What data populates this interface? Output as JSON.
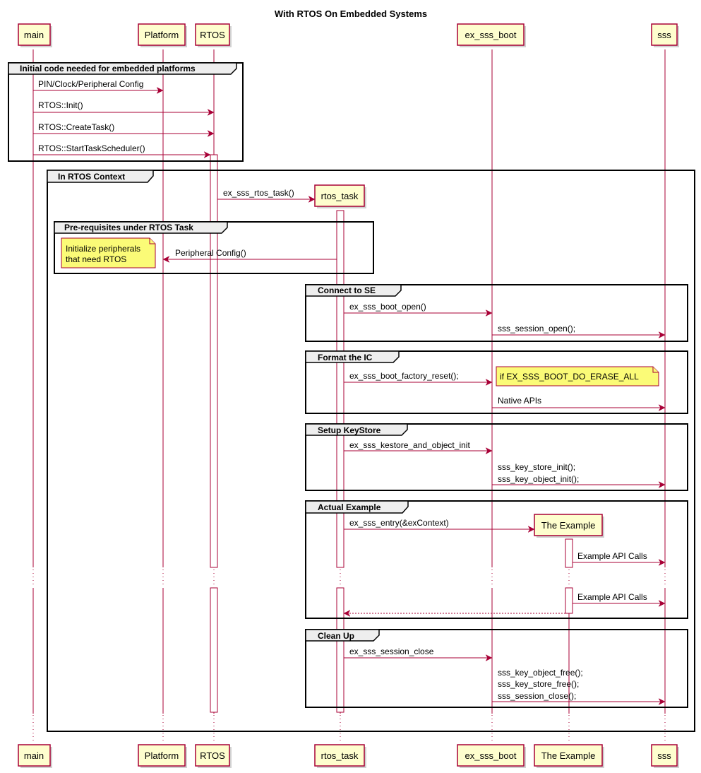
{
  "title": "With RTOS On Embedded Systems",
  "participants": {
    "main": "main",
    "platform": "Platform",
    "rtos": "RTOS",
    "rtos_task": "rtos_task",
    "ex_sss_boot": "ex_sss_boot",
    "the_example": "The Example",
    "sss": "sss"
  },
  "groups": {
    "initial": "Initial code needed for embedded platforms",
    "rtos_context": "In RTOS Context",
    "prereq": "Pre-requisites under RTOS Task",
    "connect": "Connect to SE",
    "format": "Format the IC",
    "keystore": "Setup KeyStore",
    "example": "Actual Example",
    "cleanup": "Clean Up"
  },
  "messages": {
    "pin_config": "PIN/Clock/Peripheral Config",
    "rtos_init": "RTOS::Init()",
    "create_task": "RTOS::CreateTask()",
    "start_scheduler": "RTOS::StartTaskScheduler()",
    "rtos_task_call": "ex_sss_rtos_task()",
    "peripheral_config": "Peripheral Config()",
    "boot_open": "ex_sss_boot_open()",
    "session_open": "sss_session_open();",
    "factory_reset": "ex_sss_boot_factory_reset();",
    "native_apis": "Native APIs",
    "kestore_init": "ex_sss_kestore_and_object_init",
    "key_store_init": "sss_key_store_init();",
    "key_object_init": "sss_key_object_init();",
    "entry": "ex_sss_entry(&exContext)",
    "example_api_1": "Example API Calls",
    "example_api_2": "Example API Calls",
    "session_close_call": "ex_sss_session_close",
    "key_object_free": "sss_key_object_free();",
    "key_store_free": "sss_key_store_free();",
    "session_close": "sss_session_close();"
  },
  "notes": {
    "init_peripherals_1": "Initialize peripherals",
    "init_peripherals_2": "that need RTOS",
    "erase_all": "if EX_SSS_BOOT_DO_ERASE_ALL"
  }
}
